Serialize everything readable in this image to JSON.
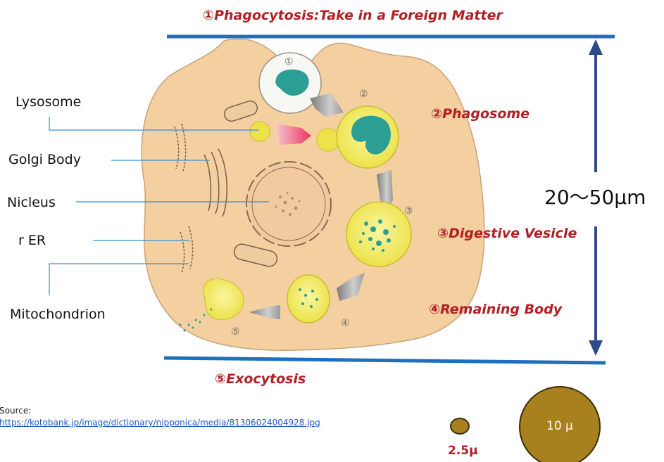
{
  "steps": {
    "phagocytosis": "①Phagocytosis:Take in a Foreign Matter",
    "phagosome": "②Phagosome",
    "digestive_vesicle": "③Digestive Vesicle",
    "remaining_body": "④Remaining Body",
    "exocytosis": "⑤Exocytosis"
  },
  "markers": [
    "①",
    "②",
    "③",
    "④",
    "⑤"
  ],
  "organelles": {
    "lysosome": "Lysosome",
    "golgi_body": "Golgi Body",
    "nucleus": "Nicleus",
    "rer": "r ER",
    "mitochondrion": "Mitochondrion"
  },
  "measurement": {
    "cell_size": "20～50μm"
  },
  "source": {
    "label": "Source:",
    "url": "https://kotobank.jp/image/dictionary/nipponica/media/81306024004928.jpg"
  },
  "scale": {
    "small_label": "2.5μ",
    "large_label": "10 μ",
    "circle_color": "#a8801e"
  },
  "colors": {
    "title_red": "#b21f24",
    "line_blue": "#1f6fc0",
    "arrow_navy": "#2e4a8a",
    "cell_fill": "#f4cfa0",
    "vesicle_yellow": "#f4ee5a",
    "particle_teal": "#2d9e93"
  }
}
